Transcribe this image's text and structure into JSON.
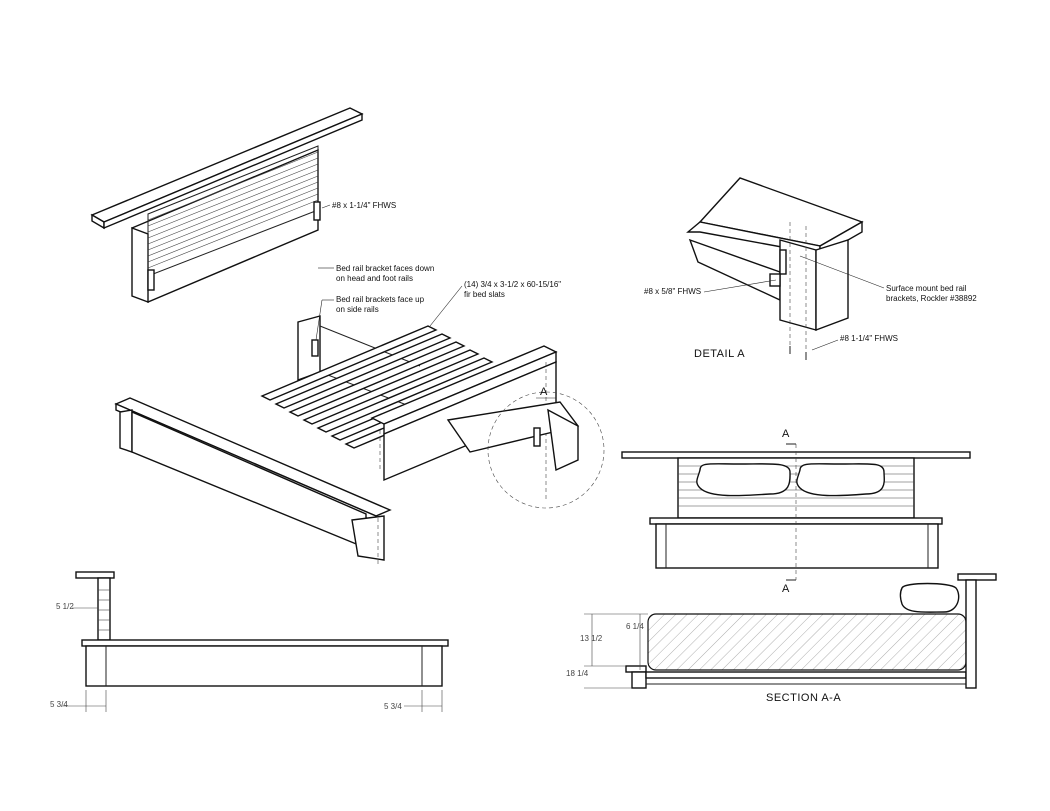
{
  "callouts": {
    "screw_headboard": "#8 x 1-1/4\" FHWS",
    "bracket_down_1": "Bed rail bracket faces down",
    "bracket_down_2": "on head and foot rails",
    "slats_1": "(14) 3/4 x 3-1/2 x 60-15/16\"",
    "slats_2": "fir bed slats",
    "bracket_up_1": "Bed rail brackets face up",
    "bracket_up_2": "on side rails",
    "screw_detail_small": "#8 x 5/8\" FHWS",
    "surface_bracket_1": "Surface mount bed rail",
    "surface_bracket_2": "brackets, Rockler #38892",
    "screw_detail_large": "#8 1-1/4\" FHWS"
  },
  "views": {
    "detail_a": "DETAIL  A",
    "section_aa": "SECTION  A-A",
    "cut_mark": "A"
  },
  "dimensions": {
    "d_5_1_2": "5 1/2",
    "d_5_3_4_left": "5 3/4",
    "d_5_3_4_right": "5 3/4",
    "d_13_1_2": "13 1/2",
    "d_6_1_4": "6 1/4",
    "d_18_1_4": "18 1/4"
  }
}
